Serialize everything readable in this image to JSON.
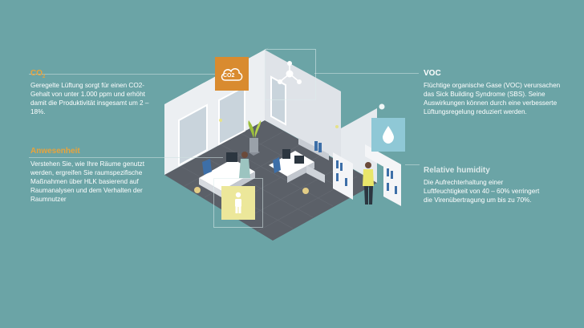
{
  "sections": {
    "co2": {
      "title_main": "CO",
      "title_sub": "2",
      "body": "Geregelte Lüftung sorgt für einen CO2-Gehalt von unter 1.000 ppm und erhöht damit die Produktivität insgesamt um 2 – 18%.",
      "icon": "co2-cloud-icon",
      "icon_label": "CO2",
      "icon_color": "#d98b2f"
    },
    "presence": {
      "title": "Anwesenheit",
      "body": "Verstehen Sie, wie Ihre Räume genutzt werden, ergreifen Sie raumspezifische Maßnahmen über HLK basierend auf Raumanalysen und dem Verhalten der Raumnutzer",
      "icon": "person-icon",
      "icon_color": "#ece79a"
    },
    "voc": {
      "title": "VOC",
      "body": "Flüchtige organische Gase (VOC) verursachen das Sick Building Syndrome (SBS). Seine Auswirkungen können durch eine verbesserte Lüftungsregelung reduziert werden.",
      "icon": "molecule-icon"
    },
    "humidity": {
      "title": "Relative humidity",
      "body": "Die Aufrechterhaltung einer Luftfeuchtigkeit von 40 – 60% verringert die Virenübertragung um bis zu 70%.",
      "icon": "water-drop-icon",
      "icon_color": "#8fc8d6"
    }
  },
  "colors": {
    "background": "#6ba4a6",
    "accent_orange": "#e8a33c",
    "floor": "#5a5f66"
  }
}
